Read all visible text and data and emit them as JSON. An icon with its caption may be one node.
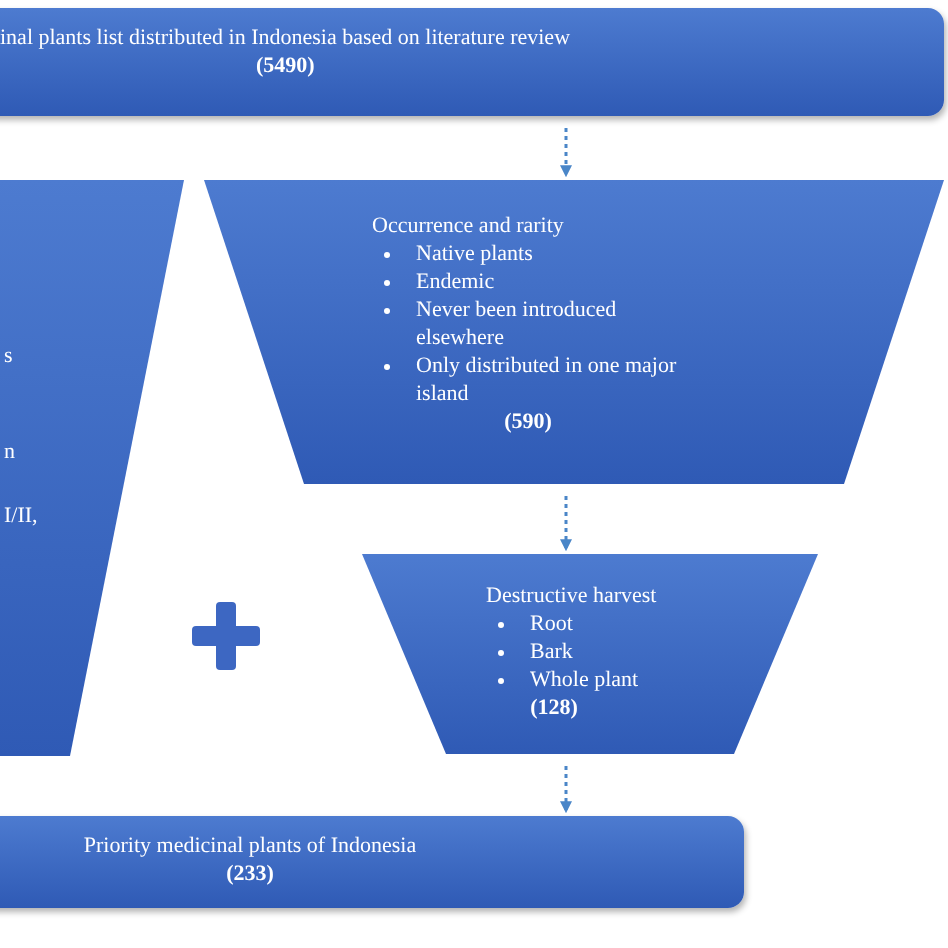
{
  "diagram": {
    "nodes": [
      {
        "text": [
          "inal plants list distributed in Indonesia based on literature review",
          "(5490)"
        ]
      },
      {
        "text": [
          "s",
          "n",
          "I/II,"
        ]
      },
      {
        "text": [
          "Occurrence and rarity",
          "Native plants",
          "Endemic",
          "Never been introduced elsewhere",
          "Only distributed in one major island",
          "(590)"
        ]
      },
      {
        "text": [
          "Destructive harvest",
          "Root",
          "Bark",
          "Whole plant",
          "(128)"
        ]
      },
      {
        "text": [
          "Priority medicinal plants of Indonesia",
          "(233)"
        ]
      }
    ],
    "edges": [
      {
        "from": 0,
        "to": 2,
        "arrow": "to",
        "style": "dashed"
      },
      {
        "from": 2,
        "to": 3,
        "arrow": "to",
        "style": "dashed"
      },
      {
        "from": 3,
        "to": 4,
        "arrow": "to",
        "style": "dashed"
      }
    ]
  }
}
